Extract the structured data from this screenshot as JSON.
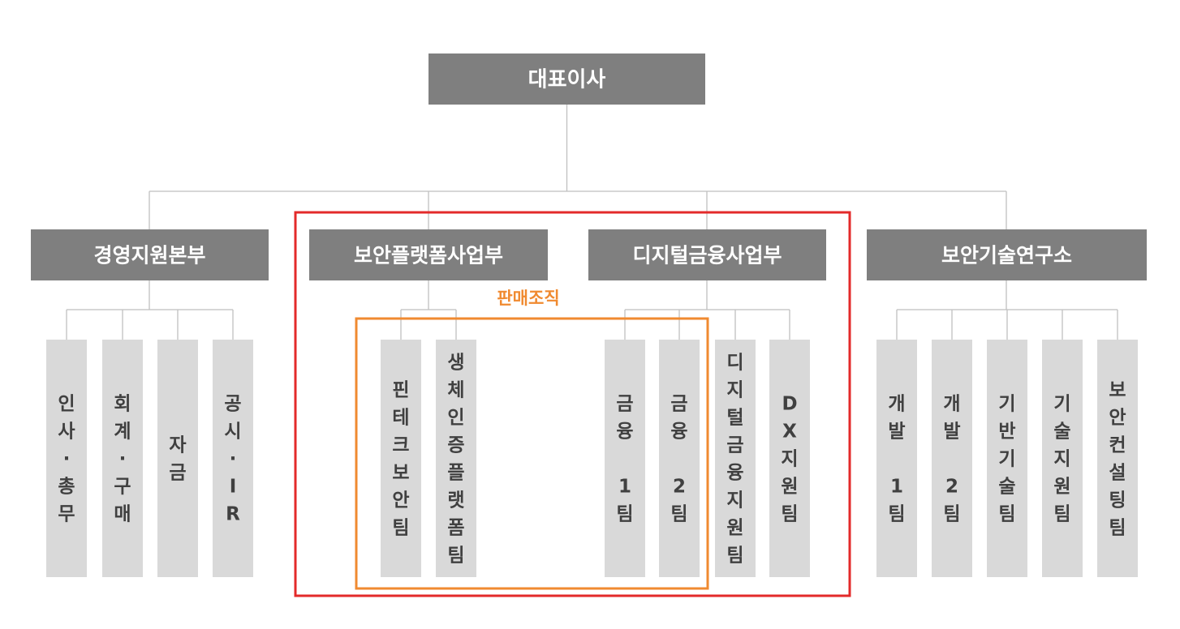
{
  "ceo": {
    "label": "대표이사"
  },
  "divisions": [
    {
      "id": "mgmt",
      "label": "경영지원본부",
      "teams": [
        "인사·총무",
        "회계·구매",
        "자금",
        "공시·IR"
      ]
    },
    {
      "id": "secplat",
      "label": "보안플랫폼사업부",
      "teams": [
        "핀테크보안팀",
        "생체인증플랫폼팀"
      ]
    },
    {
      "id": "digifin",
      "label": "디지털금융사업부",
      "teams": [
        "금융 1팀",
        "금융 2팀",
        "디지털금융지원팀",
        "DX지원팀"
      ]
    },
    {
      "id": "lab",
      "label": "보안기술연구소",
      "teams": [
        "개발 1팀",
        "개발 2팀",
        "기반기술팀",
        "기술지원팀",
        "보안컨설팅팀"
      ]
    }
  ],
  "sales_group": {
    "label": "판매조직"
  },
  "colors": {
    "header_box": "#7f7f7f",
    "header_text": "#ffffff",
    "team_box": "#d9d9d9",
    "team_text": "#404040",
    "connector": "#bfbfbf",
    "business_frame": "#e32a2a",
    "sales_frame": "#f08a30",
    "sales_label": "#f08a30"
  }
}
